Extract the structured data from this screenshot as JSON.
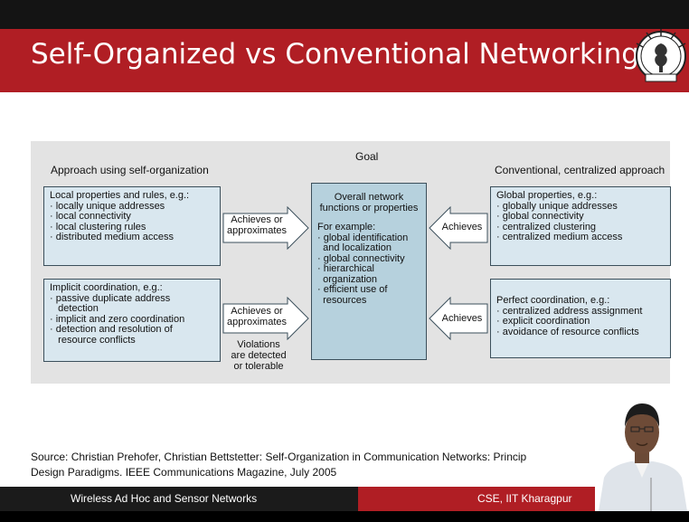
{
  "slide": {
    "title": "Self-Organized vs Conventional Networking",
    "diagram": {
      "goal_label": "Goal",
      "left_heading": "Approach using self-organization",
      "right_heading": "Conventional, centralized approach",
      "left_top_box": {
        "title": "Local properties and rules, e.g.:",
        "items": [
          "· locally unique addresses",
          "· local connectivity",
          "· local clustering rules",
          "· distributed medium access"
        ]
      },
      "left_bottom_box": {
        "title": "Implicit coordination, e.g.:",
        "items": [
          "· passive duplicate address",
          "   detection",
          "· implicit and zero coordination",
          "· detection and resolution of",
          "   resource conflicts"
        ]
      },
      "center_box": {
        "title_lines": [
          "Overall network",
          "functions or properties"
        ],
        "example_label": "For example:",
        "items": [
          "· global identification",
          "  and localization",
          "· global connectivity",
          "· hierarchical",
          "  organization",
          "· efficient use of",
          "  resources"
        ]
      },
      "right_top_box": {
        "title": "Global properties, e.g.:",
        "items": [
          "· globally unique addresses",
          "· global connectivity",
          "· centralized clustering",
          "· centralized medium access"
        ]
      },
      "right_bottom_box": {
        "title": "Perfect coordination, e.g.:",
        "items": [
          "· centralized address assignment",
          "· explicit coordination",
          "· avoidance of resource conflicts"
        ]
      },
      "arrow_left_top": [
        "Achieves or",
        "approximates"
      ],
      "arrow_left_bottom": [
        "Achieves or",
        "approximates"
      ],
      "violations_note": [
        "Violations",
        "are detected",
        "or tolerable"
      ],
      "arrow_right_top": "Achieves",
      "arrow_right_bottom": "Achieves"
    },
    "source_lines": [
      "Source:  Christian Prehofer, Christian Bettstetter: Self-Organization in Communication Networks: Princip",
      "Design Paradigms. IEEE Communications Magazine, July 2005"
    ],
    "footer_left": "Wireless Ad Hoc and Sensor Networks",
    "footer_right": "CSE, IIT Kharagpur",
    "logo_icon": "iit-kharagpur-emblem",
    "speaker_icon": "presenter-video"
  }
}
